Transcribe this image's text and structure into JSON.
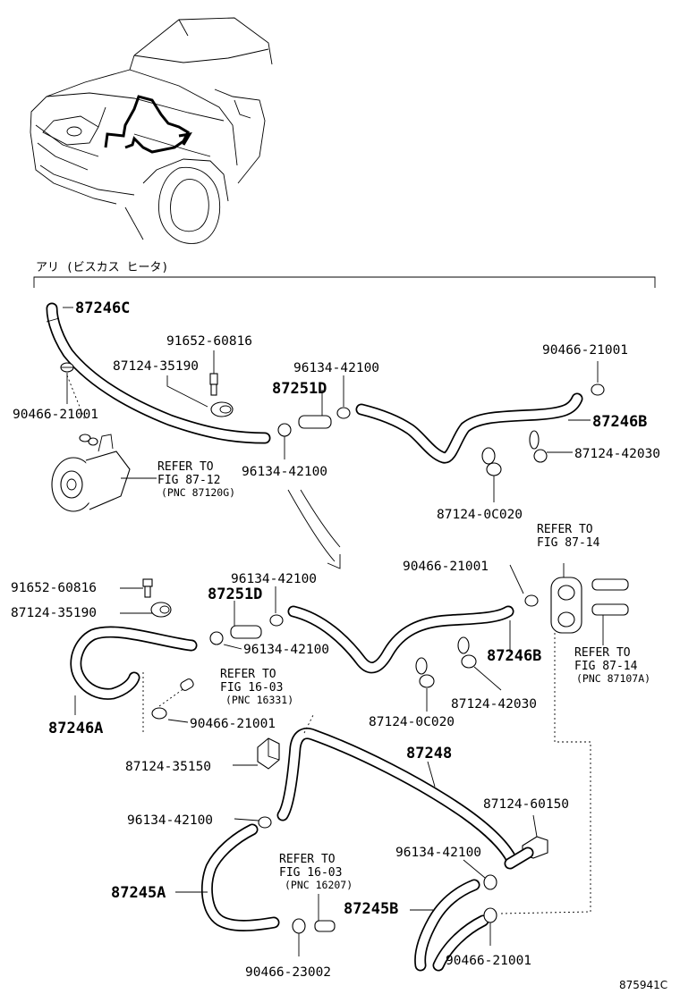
{
  "section_title": "アリ (ビスカス ヒータ)",
  "figure_id": "875941C",
  "labels": {
    "l_87246C": "87246C",
    "l_91652_60816_a": "91652-60816",
    "l_87124_35190_a": "87124-35190",
    "l_90466_21001_a": "90466-21001",
    "l_96134_42100_a": "96134-42100",
    "l_87251D_a": "87251D",
    "l_90466_21001_b": "90466-21001",
    "l_87246B_a": "87246B",
    "l_87124_42030_a": "87124-42030",
    "l_96134_42100_b": "96134-42100",
    "l_87124_0C020_a": "87124-0C020",
    "l_96134_42100_c": "96134-42100",
    "l_90466_21001_c": "90466-21001",
    "l_91652_60816_b": "91652-60816",
    "l_87251D_b": "87251D",
    "l_87124_35190_b": "87124-35190",
    "l_96134_42100_d": "96134-42100",
    "l_87246B_b": "87246B",
    "l_87246A": "87246A",
    "l_90466_21001_d": "90466-21001",
    "l_87124_42030_b": "87124-42030",
    "l_87124_0C020_b": "87124-0C020",
    "l_87248": "87248",
    "l_87124_35150": "87124-35150",
    "l_87124_60150": "87124-60150",
    "l_96134_42100_e": "96134-42100",
    "l_96134_42100_f": "96134-42100",
    "l_87245A": "87245A",
    "l_87245B": "87245B",
    "l_90466_23002": "90466-23002",
    "l_90466_21001_e": "90466-21001"
  },
  "refs": {
    "r1": [
      "REFER TO",
      "FIG 87-12",
      "(PNC 87120G)"
    ],
    "r2": [
      "REFER TO",
      "FIG 87-14"
    ],
    "r3": [
      "REFER TO",
      "FIG 87-14",
      "(PNC 87107A)"
    ],
    "r4": [
      "REFER TO",
      "FIG 16-03",
      "(PNC 16331)"
    ],
    "r5": [
      "REFER TO",
      "FIG 16-03",
      "(PNC 16207)"
    ]
  }
}
